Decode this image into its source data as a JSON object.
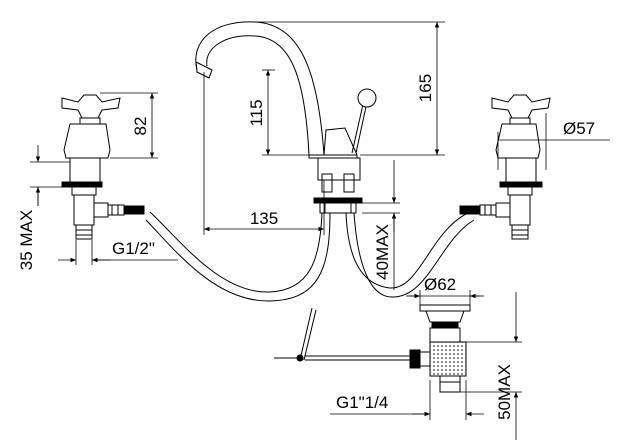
{
  "dimensions": {
    "spout_height": "165",
    "handle_height": "82",
    "lever_height": "115",
    "spout_reach": "135",
    "handle_diameter": "Ø57",
    "waste_diameter": "Ø62",
    "max_deck_left": "35 MAX",
    "max_deck_center": "40MAX",
    "max_waste": "50MAX",
    "inlet_thread": "G1/2\"",
    "waste_thread": "G1\"1/4"
  }
}
